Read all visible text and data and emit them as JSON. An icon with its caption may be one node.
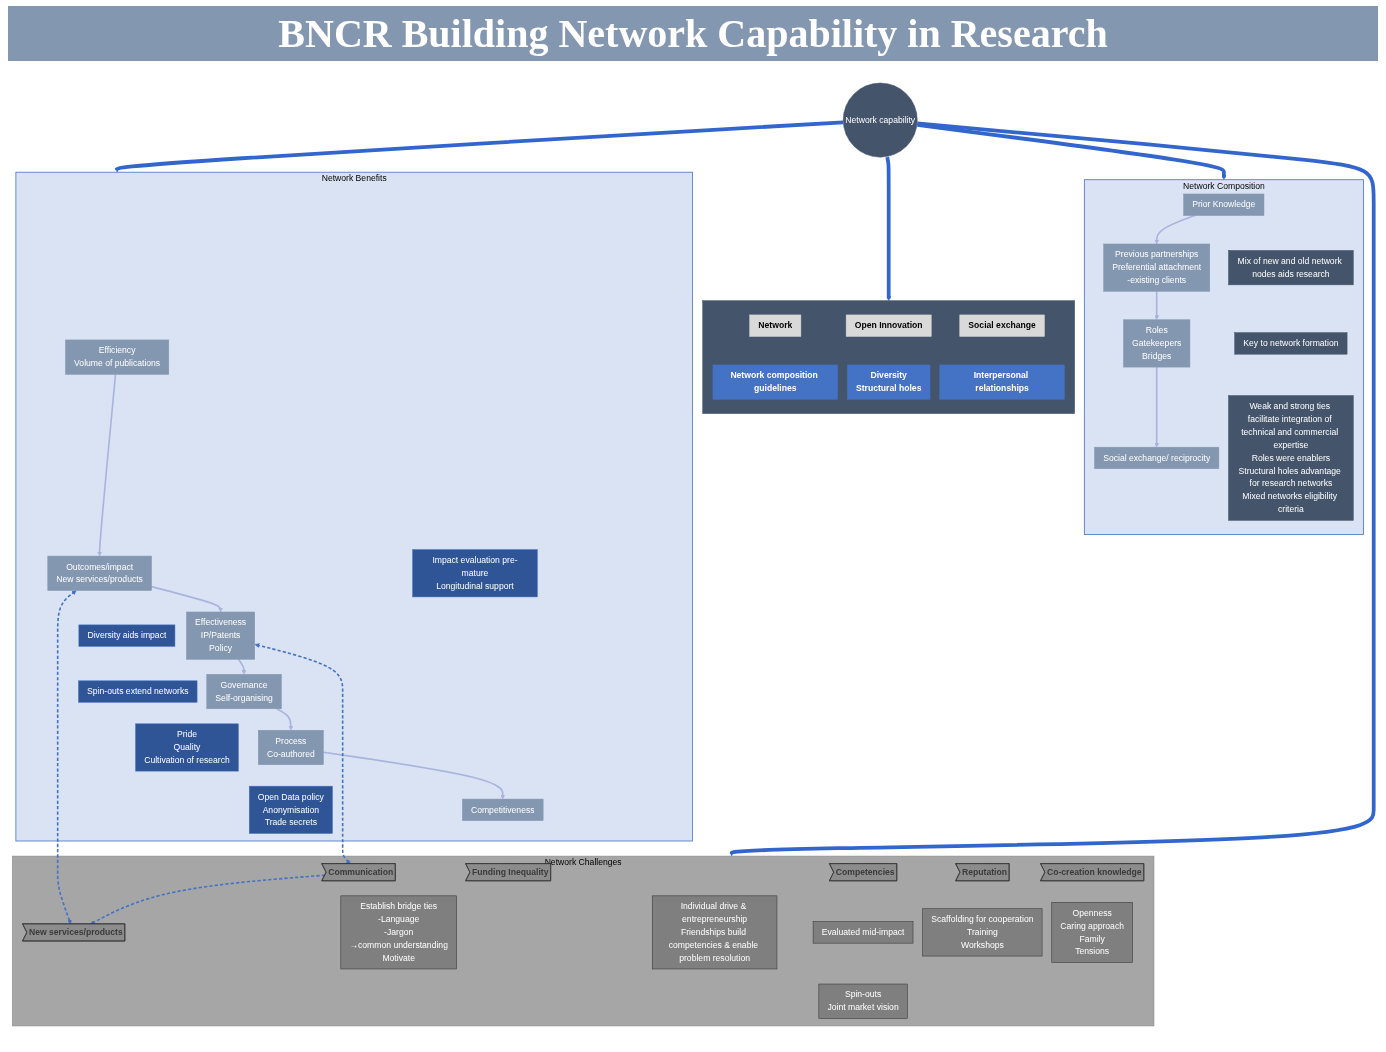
{
  "diagram": {
    "title": "BNCR Building Network Capability in Research",
    "nodes": [
      {
        "text": [
          "Network Composition"
        ]
      },
      {
        "text": [
          "Prior Knowledge"
        ],
        "in": 0
      },
      {
        "text": [
          "Previous partnerships",
          "Preferential attachment",
          "-existing clients"
        ],
        "in": 0
      },
      {
        "text": [
          "Roles",
          "Gatekeepers",
          "Bridges"
        ],
        "in": 0
      },
      {
        "text": [
          "Social exchange/ reciprocity"
        ],
        "in": 0
      },
      {
        "text": [
          "Mix of new and old network nodes aids research"
        ],
        "in": 0
      },
      {
        "text": [
          "Key to network formation"
        ],
        "in": 0
      },
      {
        "text": [
          "Weak and strong ties facilitate integration of technical and commercial expertise",
          "Roles were enablers",
          "Structural holes advantage for research networks",
          "Mixed networks eligibility criteria"
        ],
        "in": 0
      },
      {
        "text": [],
        "shape": "box"
      },
      {
        "text": [
          "Network"
        ],
        "in": 8
      },
      {
        "text": [
          "Network composition guidelines"
        ],
        "in": 8
      },
      {
        "text": [
          "Open Innovation"
        ],
        "in": 8
      },
      {
        "text": [
          "Diversity",
          "Structural holes"
        ],
        "in": 8
      },
      {
        "text": [
          "Social exchange"
        ],
        "in": 8
      },
      {
        "text": [
          "Interpersonal relationships"
        ],
        "in": 8
      },
      {
        "text": [
          "Network capability"
        ]
      },
      {
        "text": [
          "Network Benefits"
        ]
      },
      {
        "text": [
          "Efficiency",
          "Volume of publications"
        ],
        "in": 16
      },
      {
        "text": [
          "Outcomes/impact",
          "New services/products"
        ],
        "in": 16
      },
      {
        "text": [
          "Effectiveness",
          "IP/Patents",
          "Policy"
        ],
        "in": 16
      },
      {
        "text": [
          "Governance",
          "Self-organising"
        ],
        "in": 16
      },
      {
        "text": [
          "Process",
          "Co-authored"
        ],
        "in": 16
      },
      {
        "text": [
          "Competitiveness"
        ],
        "in": 16
      },
      {
        "text": [
          "Impact evaluation pre-mature",
          "Longitudinal support"
        ],
        "in": 16
      },
      {
        "text": [
          "Diversity aids impact"
        ],
        "in": 16
      },
      {
        "text": [
          "Spin-outs extend networks"
        ],
        "in": 16
      },
      {
        "text": [
          "Pride",
          "Quality",
          "Cultivation of research"
        ],
        "in": 16
      },
      {
        "text": [
          "Open Data policy",
          "Anonymisation",
          "Trade secrets"
        ],
        "in": 16
      },
      {
        "text": [
          "Network Challenges"
        ]
      },
      {
        "text": [
          "Funding Inequality"
        ],
        "in": 28
      },
      {
        "text": [
          "Communication"
        ],
        "in": 28
      },
      {
        "text": [
          "Competencies"
        ],
        "in": 28
      },
      {
        "text": [
          "Reputation"
        ],
        "in": 28
      },
      {
        "text": [
          "New services/products"
        ],
        "in": 28
      },
      {
        "text": [
          "Co-creation knowledge"
        ],
        "in": 28
      },
      {
        "text": [
          "Establish bridge ties",
          "-Language",
          "-Jargon",
          "→common understanding",
          "Motivate"
        ],
        "in": 28
      },
      {
        "text": [
          "Individual drive & entrepreneurship",
          "Friendships build competencies & enable problem resolution"
        ],
        "in": 28
      },
      {
        "text": [
          "Evaluated mid-impact"
        ],
        "in": 28
      },
      {
        "text": [
          "Spin-outs",
          "Joint market vision"
        ],
        "in": 28
      },
      {
        "text": [
          "Scaffolding for cooperation",
          "Training",
          "Workshops"
        ],
        "in": 28
      },
      {
        "text": [
          "Openness",
          "Caring approach",
          "Family",
          "Tensions"
        ],
        "in": 28
      }
    ],
    "edges": [
      {
        "from": 15,
        "to": 8,
        "arrow": "to",
        "style": "thick",
        "color": "#3366cc"
      },
      {
        "from": 15,
        "to": 0,
        "arrow": "to",
        "style": "thick",
        "color": "#3366cc"
      },
      {
        "from": 15,
        "to": 16,
        "arrow": "to",
        "style": "thick",
        "color": "#3366cc"
      },
      {
        "from": 15,
        "to": 28,
        "arrow": "to",
        "style": "thick",
        "color": "#3366cc"
      },
      {
        "from": 1,
        "to": 2,
        "arrow": "to"
      },
      {
        "from": 2,
        "to": 3,
        "arrow": "to"
      },
      {
        "from": 3,
        "to": 4,
        "arrow": "to"
      },
      {
        "from": 17,
        "to": 18,
        "arrow": "to"
      },
      {
        "from": 18,
        "to": 19,
        "arrow": "to"
      },
      {
        "from": 19,
        "to": 20,
        "arrow": "to"
      },
      {
        "from": 20,
        "to": 21,
        "arrow": "to"
      },
      {
        "from": 21,
        "to": 22,
        "arrow": "to"
      },
      {
        "from": 30,
        "to": 19,
        "arrow": "both",
        "style": "dashed",
        "color": "#4472c4"
      },
      {
        "from": 33,
        "to": 18,
        "arrow": "both",
        "style": "dashed",
        "color": "#4472c4"
      },
      {
        "from": 30,
        "to": 33,
        "arrow": "to",
        "style": "dashed",
        "color": "#4472c4"
      }
    ]
  }
}
